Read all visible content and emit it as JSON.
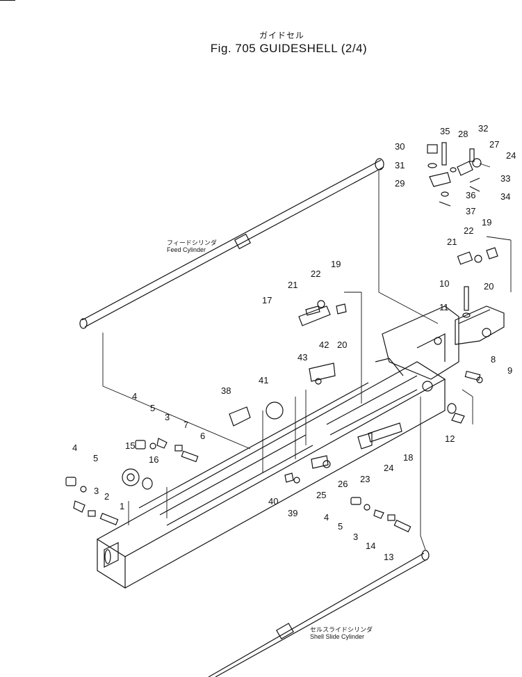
{
  "title": {
    "japanese": "ガイドセル",
    "english": "Fig. 705 GUIDESHELL (2/4)"
  },
  "notes": {
    "feed_cylinder_jp": "フィードシリンダ",
    "feed_cylinder_en": "Feed Cylinder",
    "shell_slide_jp": "セルスライドシリンダ",
    "shell_slide_en": "Shell Slide Cylinder"
  },
  "callouts": [
    "1",
    "2",
    "3",
    "3",
    "3",
    "4",
    "4",
    "4",
    "5",
    "5",
    "5",
    "6",
    "7",
    "8",
    "9",
    "10",
    "11",
    "12",
    "13",
    "14",
    "15",
    "16",
    "17",
    "18",
    "19",
    "19",
    "20",
    "20",
    "21",
    "21",
    "22",
    "22",
    "23",
    "24",
    "24",
    "25",
    "26",
    "27",
    "28",
    "29",
    "30",
    "31",
    "32",
    "33",
    "34",
    "35",
    "36",
    "37",
    "38",
    "39",
    "40",
    "41",
    "42",
    "43"
  ]
}
